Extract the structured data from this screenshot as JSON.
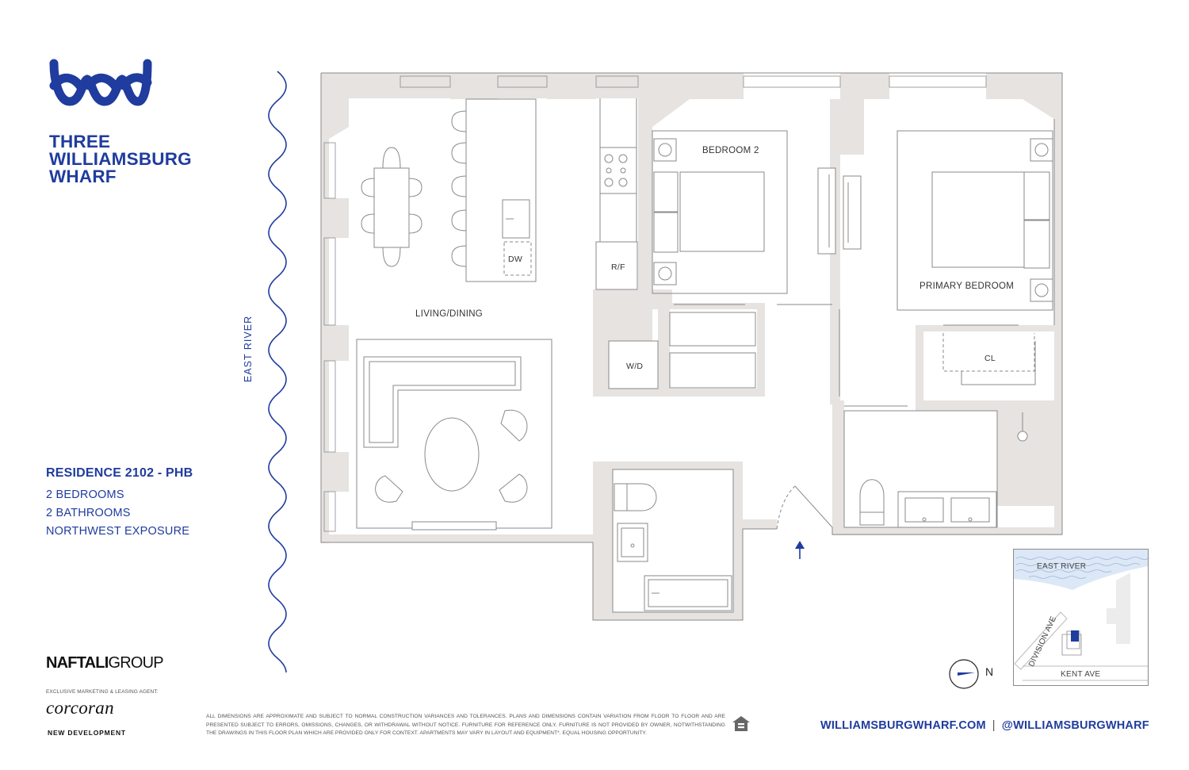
{
  "brand": {
    "name_lines": [
      "THREE",
      "WILLIAMSBURG",
      "WHARF"
    ],
    "logo_icon": "wave-w-logo-icon",
    "color": "#1f3c9e"
  },
  "residence": {
    "title": "RESIDENCE 2102 - PHB",
    "bedrooms": "2 BEDROOMS",
    "bathrooms": "2 BATHROOMS",
    "exposure": "NORTHWEST EXPOSURE"
  },
  "developer": {
    "name_bold": "NAFTALI",
    "name_light": "GROUP",
    "agent_label": "EXCLUSIVE MARKETING & LEASING AGENT:",
    "agent_name": "corcoran",
    "agent_division": "NEW DEVELOPMENT"
  },
  "floorplan": {
    "river_label": "EAST RIVER",
    "rooms": {
      "living": "LIVING/DINING",
      "bedroom2": "BEDROOM 2",
      "primary": "PRIMARY BEDROOM",
      "closet": "CL",
      "washer_dryer": "W/D",
      "fridge": "R/F",
      "dishwasher": "DW"
    },
    "wall_color": "#e6e3e1",
    "line_color": "#8a8a8a"
  },
  "compass": {
    "label": "N"
  },
  "location_map": {
    "river": "EAST RIVER",
    "street1": "DIVISION AVE",
    "street2": "KENT AVE"
  },
  "footer": {
    "disclaimer": "ALL DIMENSIONS ARE APPROXIMATE AND SUBJECT TO NORMAL CONSTRUCTION VARIANCES AND TOLERANCES. PLANS AND DIMENSIONS CONTAIN VARIATION FROM FLOOR TO FLOOR AND ARE PRESENTED SUBJECT TO ERRORS, OMISSIONS, CHANGES, OR WITHDRAWAL WITHOUT NOTICE. FURNITURE FOR REFERENCE ONLY. FURNITURE IS NOT PROVIDED BY OWNER, NOTWITHSTANDING THE DRAWINGS IN THIS FLOOR PLAN WHICH ARE PROVIDED ONLY FOR CONTEXT. APARTMENTS MAY VARY IN LAYOUT AND EQUIPMENT*. EQUAL HOUSING OPPORTUNITY.",
    "equal_housing_icon": "equal-housing-icon",
    "website": "WILLIAMSBURGWHARF.COM",
    "separator": "|",
    "social": "@WILLIAMSBURGWHARF"
  }
}
